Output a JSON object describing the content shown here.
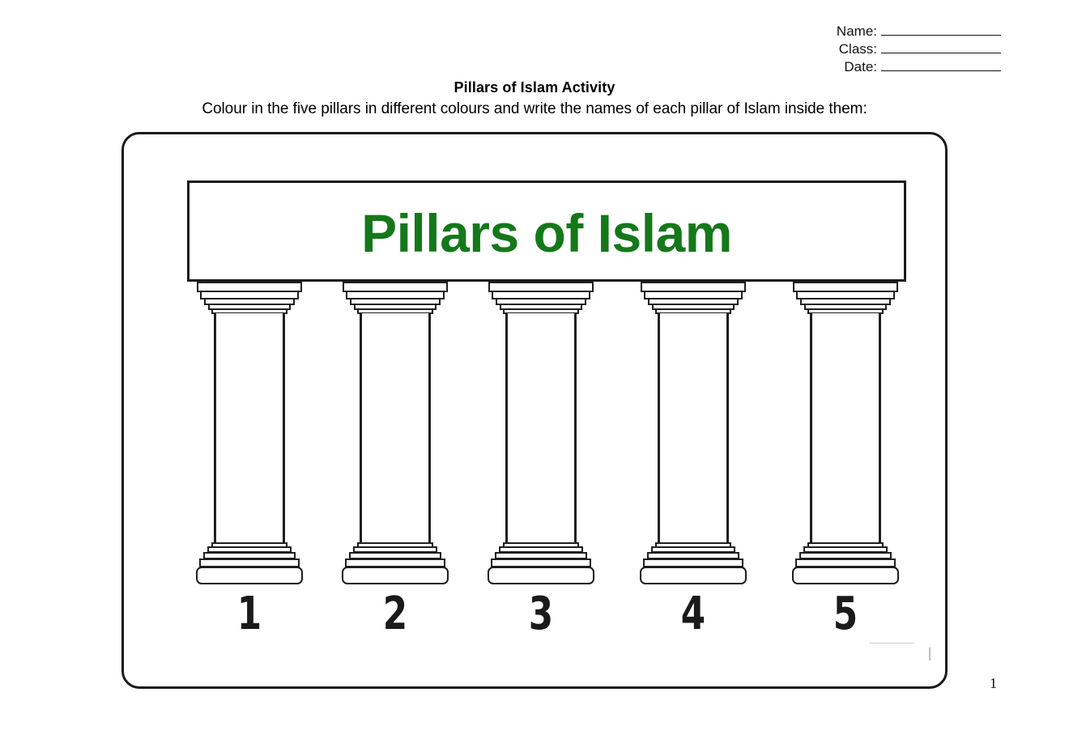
{
  "header": {
    "fields": [
      {
        "label": "Name:"
      },
      {
        "label": "Class:"
      },
      {
        "label": "Date:"
      }
    ]
  },
  "worksheet": {
    "title": "Pillars of Islam Activity",
    "instruction": "Colour in the five pillars in different colours and write the names of each pillar of Islam inside them:"
  },
  "diagram": {
    "heading": "Pillars of Islam",
    "heading_color": "#14781a",
    "outline_color": "#1a1a1a",
    "pillars": [
      {
        "number": "1"
      },
      {
        "number": "2"
      },
      {
        "number": "3"
      },
      {
        "number": "4"
      },
      {
        "number": "5"
      }
    ]
  },
  "footer": {
    "page_number": "1"
  }
}
